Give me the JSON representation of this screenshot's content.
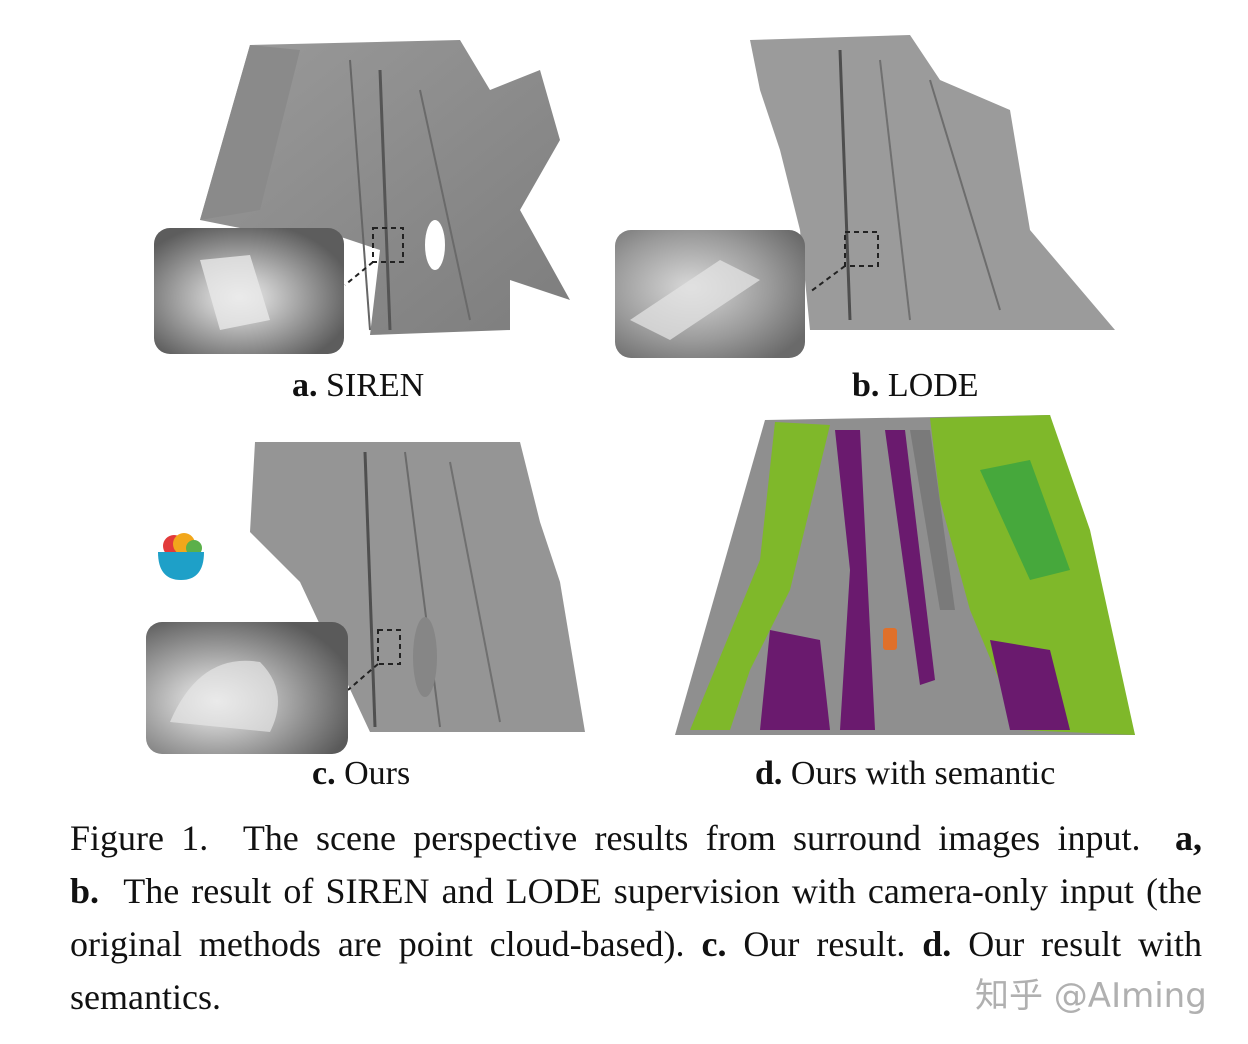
{
  "panels": [
    {
      "prefix": "a.",
      "name": "SIREN"
    },
    {
      "prefix": "b.",
      "name": "LODE"
    },
    {
      "prefix": "c.",
      "name": "Ours"
    },
    {
      "prefix": "d.",
      "name": "Ours with semantic"
    }
  ],
  "caption": {
    "fig": "Figure 1.",
    "t1": "The scene perspective results from surround images input.",
    "ab": "a, b.",
    "t2": "The result of SIREN and LODE supervision with camera-only input (the original methods are point cloud-based).",
    "c": "c.",
    "t3": "Our result.",
    "d": "d.",
    "t4": "Our result with semantics."
  },
  "watermark": "知乎 @AIming",
  "colors": {
    "mesh": "#8f8f8f",
    "vegetation": "#7fb82a",
    "road_marking": "#6a1a6e",
    "car": "#e0702a"
  }
}
